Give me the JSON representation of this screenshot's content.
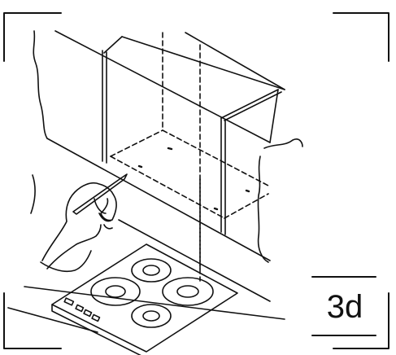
{
  "figure": {
    "step_label": "3d",
    "line_color": "#111111",
    "background": "#ffffff",
    "parts": [
      "corner-frame-marks",
      "wall-outline",
      "hood-chimney-outline",
      "wall-cabinet-left",
      "wall-cabinet-right",
      "drilling-marks",
      "hand-with-pencil",
      "electric-hob-four-plates"
    ]
  }
}
